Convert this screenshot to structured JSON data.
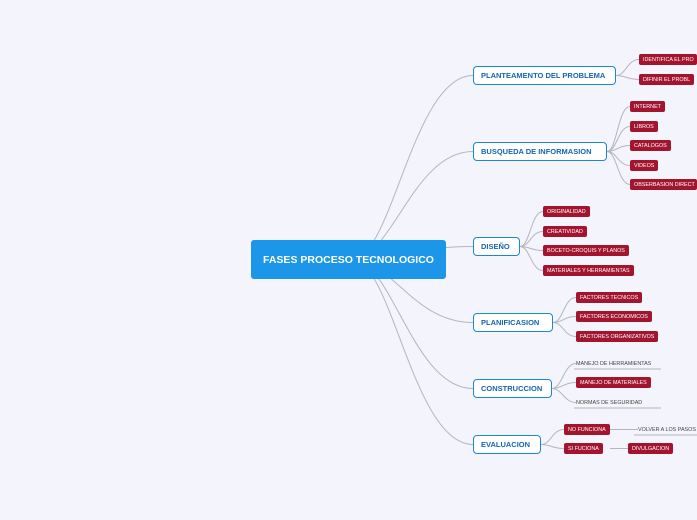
{
  "root": {
    "label": "FASES PROCESO TECNOLOGICO"
  },
  "branches": [
    {
      "label": "PLANTEAMENTO DEL PROBLEMA",
      "children": [
        {
          "label": "IDENTIFICA EL PRO",
          "style": "tag"
        },
        {
          "label": "DIFINIR  EL PROBL",
          "style": "tag"
        }
      ]
    },
    {
      "label": "BUSQUEDA DE INFORMASION",
      "children": [
        {
          "label": "INTERNET",
          "style": "tag"
        },
        {
          "label": "LIBROS",
          "style": "tag"
        },
        {
          "label": "CATALOGOS",
          "style": "tag"
        },
        {
          "label": "VIDEOS",
          "style": "tag"
        },
        {
          "label": "OBSERBASION DIRECT",
          "style": "tag"
        }
      ]
    },
    {
      "label": "DISEÑO",
      "children": [
        {
          "label": "ORIGINALIDAD",
          "style": "tag"
        },
        {
          "label": "CREATIVIDAD",
          "style": "tag"
        },
        {
          "label": "BOCETO-CROQUIS Y PLANOS",
          "style": "tag"
        },
        {
          "label": "MATERIALES Y HERRAMIENTAS",
          "style": "tag"
        }
      ]
    },
    {
      "label": "PLANIFICASION",
      "children": [
        {
          "label": "FACTORES TECNICOS",
          "style": "tag"
        },
        {
          "label": "FACTORES ECONOMICOS",
          "style": "tag"
        },
        {
          "label": "FACTORES ORGANIZATIVOS",
          "style": "tag"
        }
      ]
    },
    {
      "label": "CONSTRUCCION",
      "children": [
        {
          "label": "MANEJO DE HERRAMIENTAS",
          "style": "plain"
        },
        {
          "label": "MANEJO DE MATERIALES",
          "style": "tag"
        },
        {
          "label": "NORMAS DE SEGURIDAD",
          "style": "plain"
        }
      ]
    },
    {
      "label": "EVALUACION",
      "children": [
        {
          "label": "NO FUNCIONA",
          "style": "tag",
          "children": [
            {
              "label": "VOLVER A LOS PASOS",
              "style": "plain"
            }
          ]
        },
        {
          "label": "SI FUCIONA",
          "style": "tag",
          "children": [
            {
              "label": "DIVULGACION",
              "style": "tag"
            }
          ]
        }
      ]
    }
  ],
  "colors": {
    "root": "#1b96e8",
    "branch_border": "#1b86d6",
    "tag": "#a3142f",
    "connector": "#b5b5bd",
    "background": "#f4f5fc"
  }
}
